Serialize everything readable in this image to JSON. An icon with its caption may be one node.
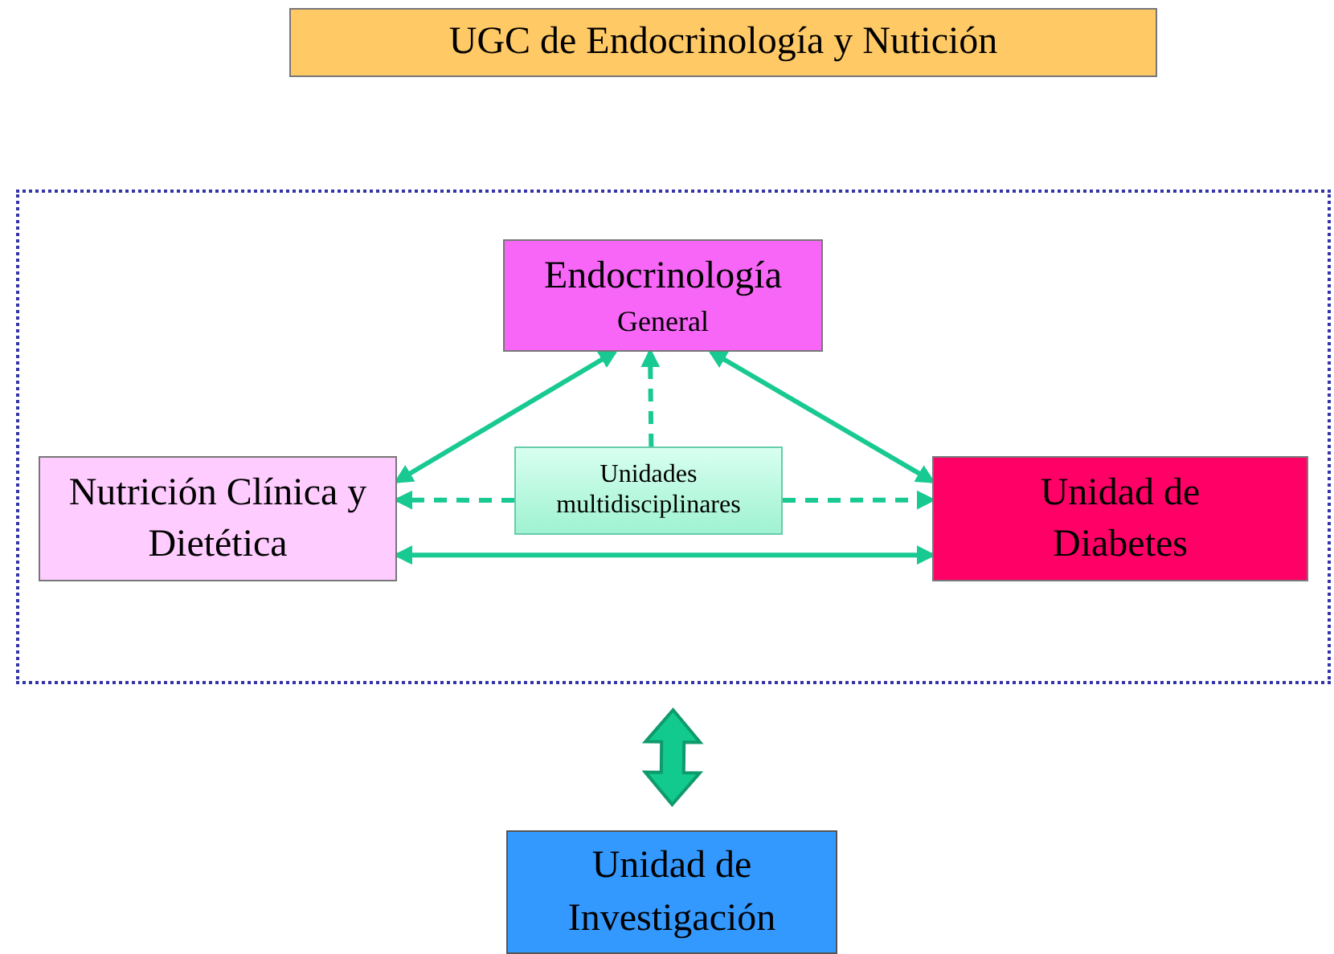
{
  "diagram": {
    "nodes": [
      {
        "text": [
          "UGC de Endocrinología y Nutición"
        ]
      },
      {
        "text": [],
        "shape": "box"
      },
      {
        "text": [
          "Endocrinología",
          "General"
        ],
        "in": 1
      },
      {
        "text": [
          "Nutrición Clínica y Dietética"
        ],
        "in": 1
      },
      {
        "text": [
          "Unidades multidisciplinares"
        ],
        "in": 1
      },
      {
        "text": [
          "Unidad de Diabetes"
        ],
        "in": 1
      },
      {
        "text": [
          "Unidad de Investigación"
        ]
      }
    ],
    "edges": [
      {
        "from": 3,
        "to": 2,
        "arrow": "both"
      },
      {
        "from": 5,
        "to": 2,
        "arrow": "both"
      },
      {
        "from": 3,
        "to": 5,
        "arrow": "both"
      },
      {
        "from": 4,
        "to": 2,
        "arrow": "to",
        "style": "dashed"
      },
      {
        "from": 4,
        "to": 3,
        "arrow": "to",
        "style": "dashed"
      },
      {
        "from": 4,
        "to": 5,
        "arrow": "to",
        "style": "dashed"
      },
      {
        "from": 1,
        "to": 6,
        "arrow": "both",
        "style": "thick"
      }
    ]
  }
}
